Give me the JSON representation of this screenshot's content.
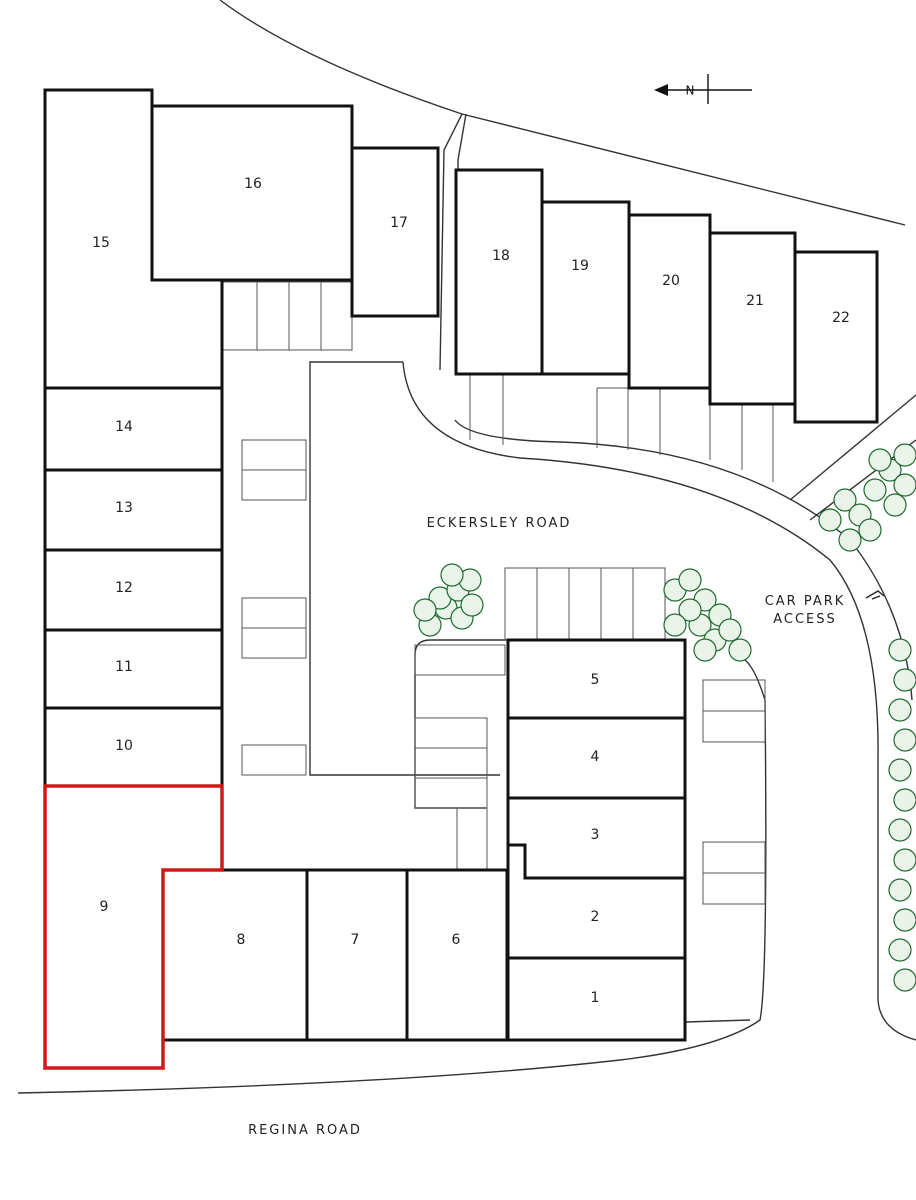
{
  "units": [
    {
      "id": "15",
      "label": "15"
    },
    {
      "id": "16",
      "label": "16"
    },
    {
      "id": "17",
      "label": "17"
    },
    {
      "id": "18",
      "label": "18"
    },
    {
      "id": "19",
      "label": "19"
    },
    {
      "id": "20",
      "label": "20"
    },
    {
      "id": "21",
      "label": "21"
    },
    {
      "id": "22",
      "label": "22"
    },
    {
      "id": "14",
      "label": "14"
    },
    {
      "id": "13",
      "label": "13"
    },
    {
      "id": "12",
      "label": "12"
    },
    {
      "id": "11",
      "label": "11"
    },
    {
      "id": "10",
      "label": "10"
    },
    {
      "id": "9",
      "label": "9"
    },
    {
      "id": "8",
      "label": "8"
    },
    {
      "id": "7",
      "label": "7"
    },
    {
      "id": "6",
      "label": "6"
    },
    {
      "id": "5",
      "label": "5"
    },
    {
      "id": "4",
      "label": "4"
    },
    {
      "id": "3",
      "label": "3"
    },
    {
      "id": "2",
      "label": "2"
    },
    {
      "id": "1",
      "label": "1"
    }
  ],
  "highlight": {
    "unit": "9",
    "color": "#d01818"
  },
  "roads": {
    "eckersley": "ECKERSLEY ROAD",
    "car_park_line1": "CAR PARK",
    "car_park_line2": "ACCESS",
    "regina": "REGINA ROAD"
  },
  "north_label": "N",
  "colors": {
    "tree": "#1f6b2e",
    "outline": "#111111"
  }
}
